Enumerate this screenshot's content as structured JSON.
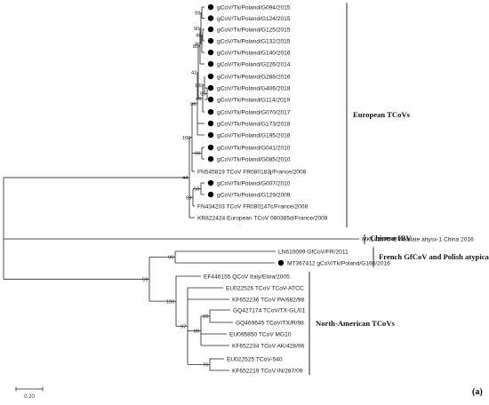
{
  "colors": {
    "line": "#222222",
    "text": "#1a1a1a",
    "marker": "#000000"
  },
  "marker_icon": "filled-circle",
  "taxa": [
    {
      "label": "gCoV/Tk/Poland/G094/2015",
      "marked": true
    },
    {
      "label": "gCoV/Tk/Poland/G124/2015",
      "marked": true
    },
    {
      "label": "gCoV/Tk/Poland/G125/2015",
      "marked": true
    },
    {
      "label": "gCoV/Tk/Poland/G132/2015",
      "marked": true
    },
    {
      "label": "gCoV/Tk/Poland/G140/2016",
      "marked": true
    },
    {
      "label": "gCoV/Tk/Poland/G226/2014",
      "marked": true
    },
    {
      "label": "gCoV/Tk/Poland/G288/2016",
      "marked": true
    },
    {
      "label": "gCoV/Tk/Poland/G406/2018",
      "marked": true
    },
    {
      "label": "gCoV/Tk/Poland/G114/2019",
      "marked": true
    },
    {
      "label": "gCoV/Tk/Poland/G070/2017",
      "marked": true
    },
    {
      "label": "gCoV/Tk/Poland/G173/2018",
      "marked": true
    },
    {
      "label": "gCoV/Tk/Poland/G195/2016",
      "marked": true
    },
    {
      "label": "gCoV/Tk/Poland/G041/2010",
      "marked": true
    },
    {
      "label": "gCoV/Tk/Poland/G085/2010",
      "marked": true
    },
    {
      "label": "FN545819 TCoV FR080183j/France/2008",
      "marked": false
    },
    {
      "label": "gCoV/Tk/Poland/G007/2010",
      "marked": true
    },
    {
      "label": "gCoV/Tk/Poland/G129/2009",
      "marked": true
    },
    {
      "label": "FN434203 TCoV FR080147c/France/2008",
      "marked": false
    },
    {
      "label": "KR822424 European TCoV 080385d/France/2008",
      "marked": false
    },
    {
      "label": "MK142676 IBV isolate ahysx-1 China 2016",
      "marked": false
    },
    {
      "label": "LN610099 GfCoV/FR/2011",
      "marked": false
    },
    {
      "label": "MT367412 gCoV/Tk/Poland/G160/2016",
      "marked": true
    },
    {
      "label": "EF446155 QCoV Italy/Elvia/2005",
      "marked": false
    },
    {
      "label": "EU022526 TCoV TCoV-ATCC",
      "marked": false
    },
    {
      "label": "KF652236 TCoV PA/682/98",
      "marked": false
    },
    {
      "label": "GQ427174 TCoV/TX-GL/01",
      "marked": false
    },
    {
      "label": "GQ469645 TCoV/TX/R/98",
      "marked": false
    },
    {
      "label": "EU095850 TCoV MG10",
      "marked": false
    },
    {
      "label": "KF652234 TCoV AK/428/96",
      "marked": false
    },
    {
      "label": "EU022525 TCoV-540",
      "marked": false
    },
    {
      "label": "KF652219 TCoV IN/287/09",
      "marked": false
    }
  ],
  "bootstrap": [
    {
      "value": "99",
      "node": "n01"
    },
    {
      "value": "48",
      "node": "n23"
    },
    {
      "value": "96",
      "node": "n234"
    },
    {
      "value": "90",
      "node": "n2345"
    },
    {
      "value": "85",
      "node": "n6"
    },
    {
      "value": "55",
      "node": "n78"
    },
    {
      "value": "100",
      "node": "n789"
    },
    {
      "value": "40",
      "node": "nB"
    },
    {
      "value": "42",
      "node": "nC"
    },
    {
      "value": "96",
      "node": "nD"
    },
    {
      "value": "99",
      "node": "n1213"
    },
    {
      "value": "100",
      "node": "nE"
    },
    {
      "value": "58",
      "node": "n1516"
    },
    {
      "value": "98",
      "node": "n1517"
    },
    {
      "value": "44",
      "node": "nF"
    },
    {
      "value": "99",
      "node": "n2021"
    },
    {
      "value": "100",
      "node": "nNA"
    },
    {
      "value": "99",
      "node": "n2526"
    },
    {
      "value": "89",
      "node": "nK"
    },
    {
      "value": "76",
      "node": "n2930"
    },
    {
      "value": "97",
      "node": "nN"
    },
    {
      "value": "59",
      "node": "nP"
    }
  ],
  "clades": [
    {
      "name": "European TCoVs",
      "from": 0,
      "to": 18
    },
    {
      "name": "Chinese IBV",
      "from": 19,
      "to": 19
    },
    {
      "name": "French GfCoV and Polish atypical TCoV",
      "from": 20,
      "to": 21
    },
    {
      "name": "North-American TCoVs",
      "from": 22,
      "to": 30
    }
  ],
  "scale_bar": {
    "label": "0.20",
    "value": 0.2
  },
  "panel_label": "(a)"
}
